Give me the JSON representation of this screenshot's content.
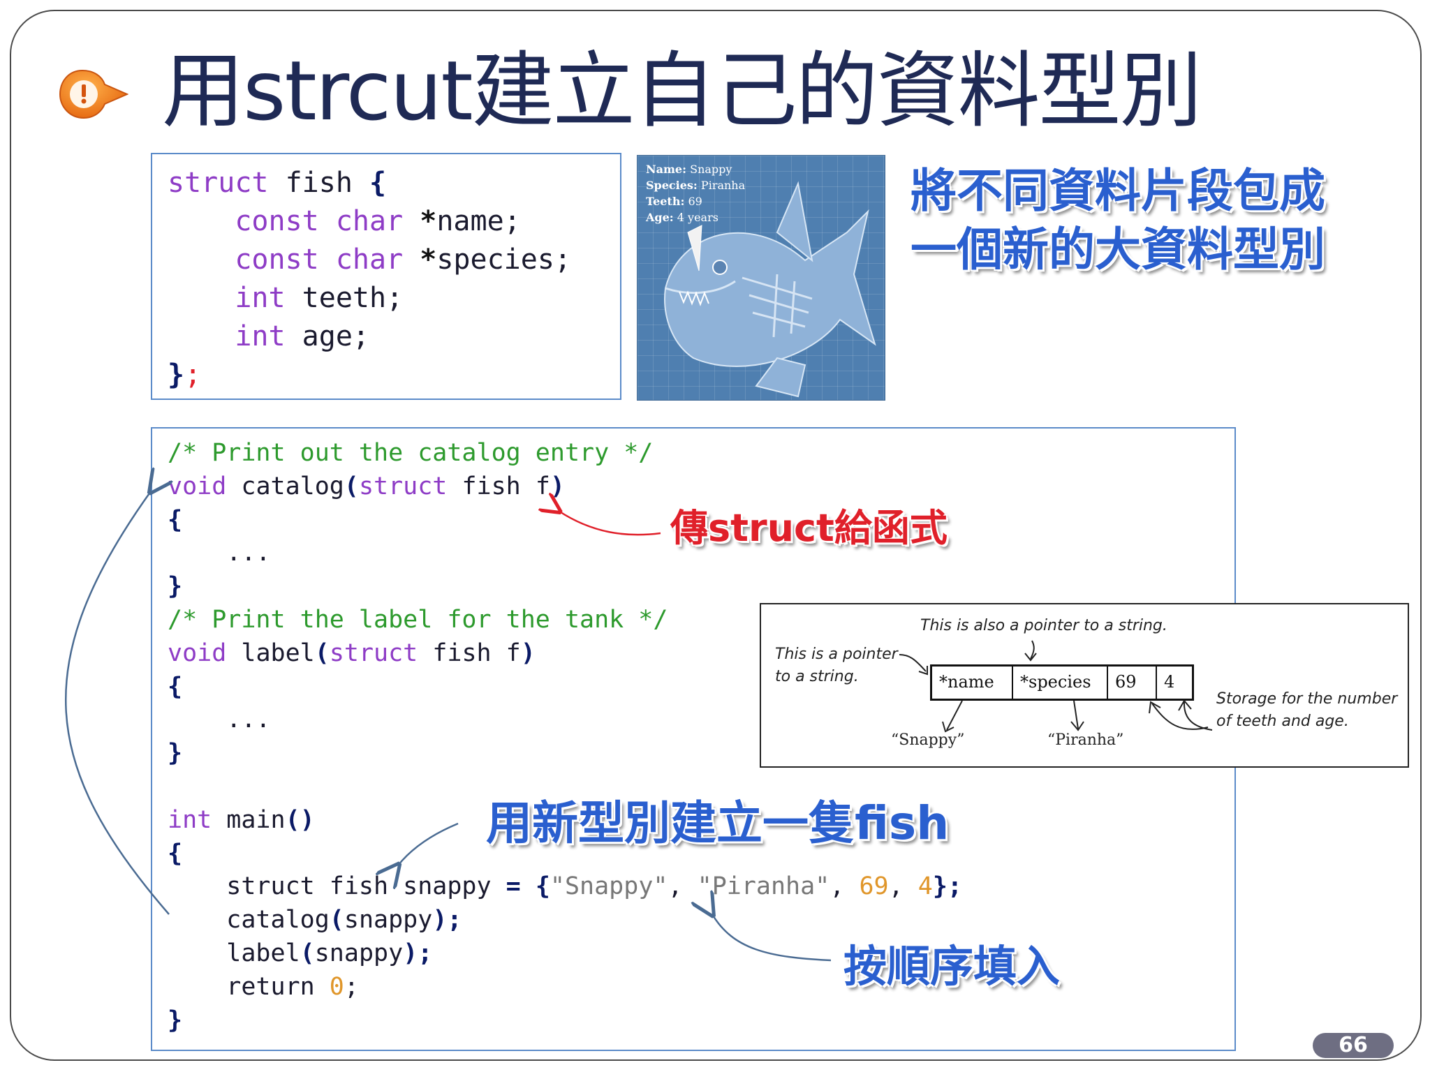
{
  "title": "用strcut建立自己的資料型別",
  "struct_code": {
    "l1_kw": "struct",
    "l1_rest": " fish ",
    "l1_brace": "{",
    "l2_kw": "const char",
    "l2_star": "*",
    "l2_rest": "name;",
    "l3_kw": "const char",
    "l3_star": "*",
    "l3_rest": "species;",
    "l4_kw": "int",
    "l4_rest": " teeth;",
    "l5_kw": "int",
    "l5_rest": " age;",
    "l6_brace": "}",
    "l6_semi": ";"
  },
  "fish_card": {
    "name_label": "Name:",
    "name_value": " Snappy",
    "species_label": "Species:",
    "species_value": " Piranha",
    "teeth_label": "Teeth:",
    "teeth_value": " 69",
    "age_label": "Age:",
    "age_value": " 4 years"
  },
  "caption_right": {
    "line1": "將不同資料片段包成",
    "line2": "一個新的大資料型別"
  },
  "caption_pass": "傳struct給函式",
  "caption_create": "用新型別建立一隻fish",
  "caption_order": "按順序填入",
  "main_code": {
    "c1": "/* Print out the catalog entry */",
    "c2_kw": "void",
    "c2_name": " catalog",
    "c2_p1": "(",
    "c2_kw2": "struct",
    "c2_rest": " fish f",
    "c2_p2": ")",
    "c3": "{",
    "c4": "    ...",
    "c5": "}",
    "c6": "/* Print the label for the tank */",
    "c7_kw": "void",
    "c7_name": " label",
    "c7_p1": "(",
    "c7_kw2": "struct",
    "c7_rest": " fish f",
    "c7_p2": ")",
    "c8": "{",
    "c9": "    ...",
    "c10": "}",
    "c12_kw": "int",
    "c12_name": " main",
    "c12_p": "()",
    "c13": "{",
    "c14_pre": "    struct fish snappy ",
    "c14_eq": "=",
    "c14_sp": " ",
    "c14_b1": "{",
    "c14_s1": "\"Snappy\"",
    "c14_comma1": ", ",
    "c14_s2": "\"Piranha\"",
    "c14_comma2": ", ",
    "c14_n1": "69",
    "c14_comma3": ", ",
    "c14_n2": "4",
    "c14_b2": "};",
    "c15_pre": "    catalog",
    "c15_p": "(",
    "c15_arg": "snappy",
    "c15_p2": ");",
    "c16_pre": "    label",
    "c16_p": "(",
    "c16_arg": "snappy",
    "c16_p2": ");",
    "c17_pre": "    return ",
    "c17_num": "0",
    "c17_semi": ";",
    "c18": "}"
  },
  "diagram": {
    "note_top": "This is also a pointer to a string.",
    "note_left_1": "This is a pointer",
    "note_left_2": "to a string.",
    "cells": [
      "*name",
      "*species",
      "69",
      "4"
    ],
    "target_1": "“Snappy”",
    "target_2": "“Piranha”",
    "note_right_1": "Storage for the number",
    "note_right_2": "of teeth and age."
  },
  "page_number": "66",
  "colors": {
    "title": "#1f2a55",
    "caption_blue": "#2a5fcf",
    "caption_red": "#e0202a",
    "box_border": "#5b8bc9"
  }
}
